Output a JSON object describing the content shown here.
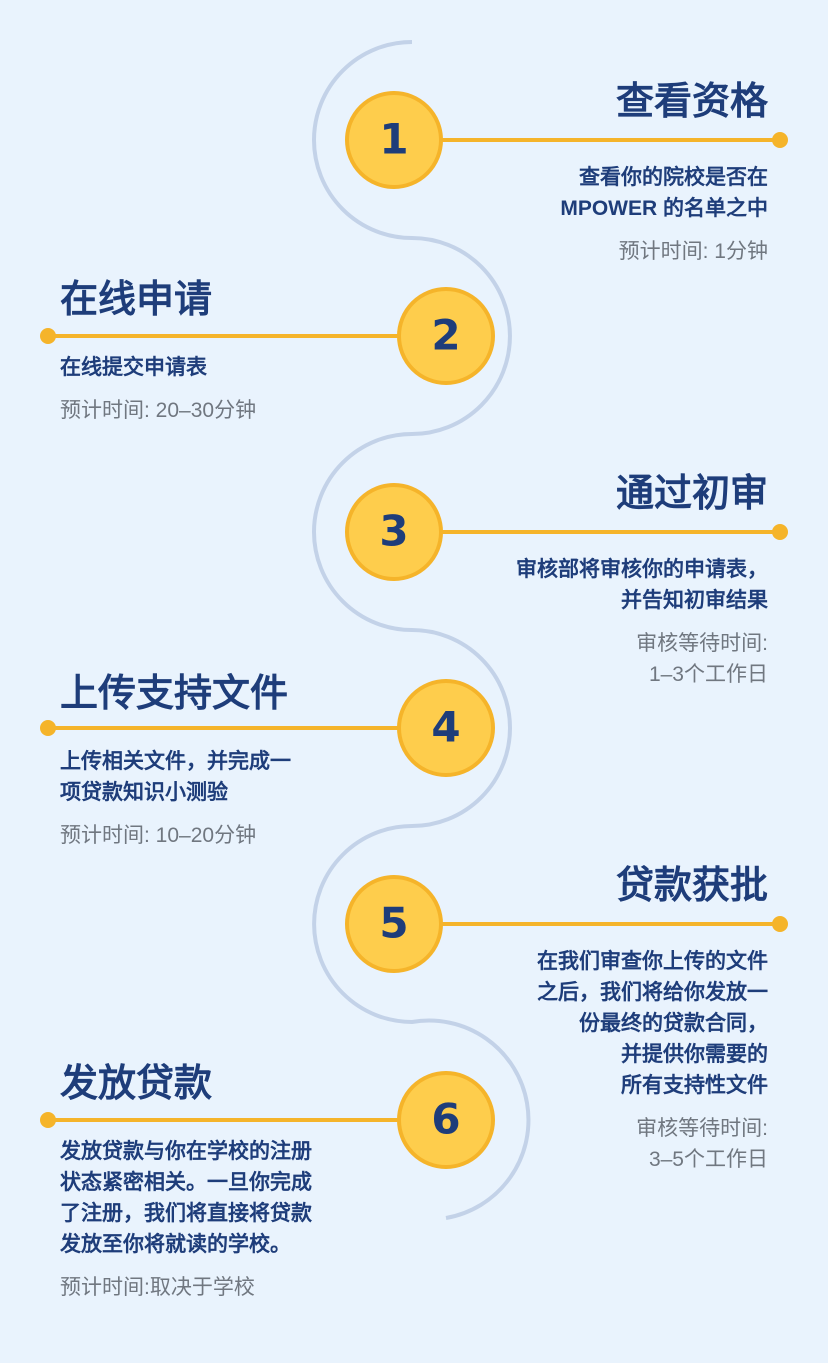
{
  "steps": [
    {
      "number": "1",
      "side": "right",
      "title": "查看资格",
      "desc": [
        "查看你的院校是否在",
        "MPOWER 的名单之中"
      ],
      "time": [
        "预计时间: 1分钟"
      ]
    },
    {
      "number": "2",
      "side": "left",
      "title": "在线申请",
      "desc": [
        "在线提交申请表"
      ],
      "time": [
        "预计时间: 20–30分钟"
      ]
    },
    {
      "number": "3",
      "side": "right",
      "title": "通过初审",
      "desc": [
        "审核部将审核你的申请表，",
        "并告知初审结果"
      ],
      "time": [
        "审核等待时间:",
        "1–3个工作日"
      ]
    },
    {
      "number": "4",
      "side": "left",
      "title": "上传支持文件",
      "desc": [
        "上传相关文件，并完成一",
        "项贷款知识小测验"
      ],
      "time": [
        "预计时间: 10–20分钟"
      ]
    },
    {
      "number": "5",
      "side": "right",
      "title": "贷款获批",
      "desc": [
        "在我们审查你上传的文件",
        "之后，我们将给你发放一",
        "份最终的贷款合同，",
        "并提供你需要的",
        "所有支持性文件"
      ],
      "time": [
        "审核等待时间:",
        "3–5个工作日"
      ]
    },
    {
      "number": "6",
      "side": "left",
      "title": "发放贷款",
      "desc": [
        "发放贷款与你在学校的注册",
        "状态紧密相关。一旦你完成",
        "了注册，我们将直接将贷款",
        "发放至你将就读的学校。"
      ],
      "time": [
        "预计时间:取决于学校"
      ]
    }
  ],
  "colors": {
    "background": "#e9f3fd",
    "navy": "#1e3d7a",
    "accent": "#f5b42a",
    "circle_fill": "#fecd4c",
    "path": "#c3d2e8",
    "muted": "#707780"
  }
}
